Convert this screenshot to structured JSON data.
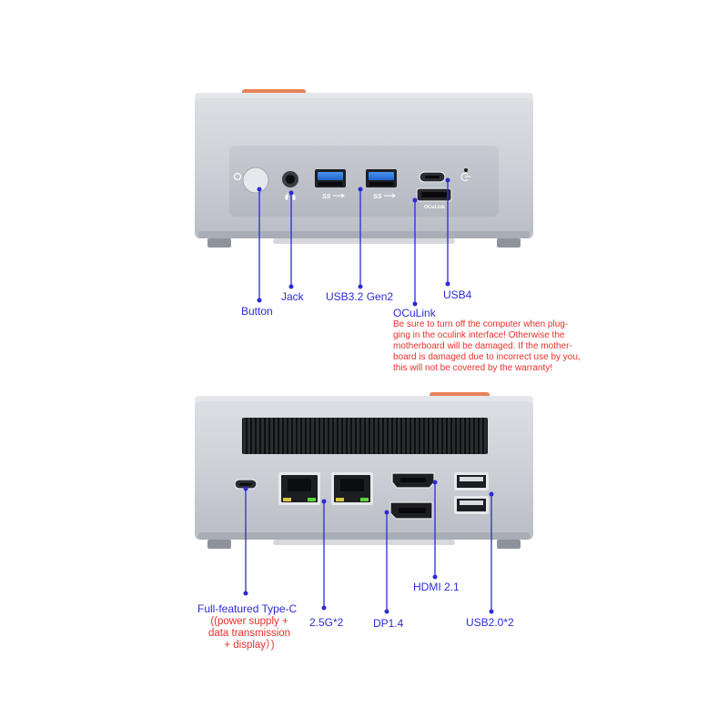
{
  "front": {
    "labels": {
      "button": "Button",
      "jack": "Jack",
      "usb32": "USB3.2 Gen2",
      "oculink": "OCuLink",
      "usb4": "USB4"
    },
    "port_markings": {
      "ss": "SS",
      "oculink": "OCuLink"
    },
    "warning": [
      "Be sure to turn off the computer when plug-",
      "ging in the oculink interface! Otherwise the",
      "motherboard will be damaged. If the mother-",
      "board is damaged due to incorrect use by you,",
      "this will not be covered by the warranty!"
    ]
  },
  "rear": {
    "labels": {
      "typec": "Full-featured Type-C",
      "lan": "2.5G*2",
      "dp": "DP1.4",
      "hdmi": "HDMI 2.1",
      "usb20": "USB2.0*2"
    },
    "typec_note": [
      "((power supply +",
      "data transmission",
      "+ display）)"
    ]
  },
  "colors": {
    "label": "#2b2bd6",
    "warning": "#e8302a",
    "leader": "#2b2bd6",
    "body": "#c9ccd3",
    "accent": "#e9805a",
    "usb3_blue": "#2f7ee6"
  }
}
